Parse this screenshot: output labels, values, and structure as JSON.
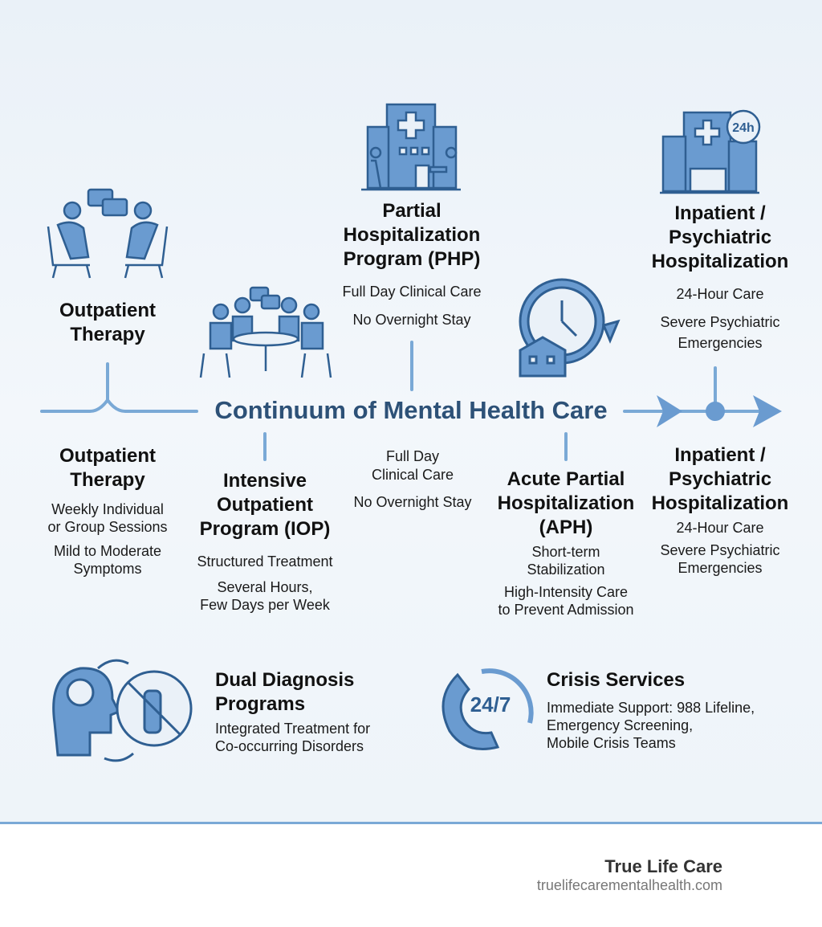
{
  "title": "Continuum of Mental Health Care",
  "colors": {
    "accent": "#6a9bd0",
    "icon_stroke": "#2f5f92",
    "title": "#2d5177",
    "rule": "#7aa9d6"
  },
  "top": {
    "outpatient": {
      "title": [
        "Outpatient",
        "Therapy"
      ],
      "icon": "therapy-session-icon"
    },
    "iop_icon": "group-therapy-table-icon",
    "php": {
      "title": [
        "Partial",
        "Hospitalization",
        "Program (PHP)"
      ],
      "details": [
        "Full Day Clinical Care",
        "No Overnight Stay"
      ],
      "icon": "hospital-building-icon"
    },
    "aph_icon": "clock-home-cycle-icon",
    "inpatient": {
      "title": [
        "Inpatient /",
        "Psychiatric",
        "Hospitalization"
      ],
      "details": [
        "24-Hour Care",
        "Severe Psychiatric",
        "Emergencies"
      ],
      "icon": "hospital-24h-icon",
      "badge": "24h"
    }
  },
  "bottom": {
    "outpatient": {
      "title": [
        "Outpatient",
        "Therapy"
      ],
      "details": [
        [
          "Weekly Individual",
          "or Group Sessions"
        ],
        [
          "Mild to Moderate",
          "Symptoms"
        ]
      ]
    },
    "iop": {
      "title": [
        "Intensive",
        "Outpatient",
        "Program (IOP)"
      ],
      "details": [
        [
          "Structured Treatment"
        ],
        [
          "Several Hours,",
          "Few Days per Week"
        ]
      ]
    },
    "php": {
      "details": [
        [
          "Full Day",
          "Clinical Care"
        ],
        [
          "No Overnight Stay"
        ]
      ]
    },
    "aph": {
      "title": [
        "Acute Partial",
        "Hospitalization",
        "(APH)"
      ],
      "details": [
        [
          "Short-term",
          "Stabilization"
        ],
        [
          "High-Intensity Care",
          "to Prevent Admission"
        ]
      ]
    },
    "inpatient": {
      "title": [
        "Inpatient /",
        "Psychiatric",
        "Hospitalization"
      ],
      "details": [
        [
          "24-Hour Care"
        ],
        [
          "Severe Psychiatric",
          "Emergencies"
        ]
      ]
    }
  },
  "extras": {
    "dual": {
      "title": [
        "Dual Diagnosis",
        "Programs"
      ],
      "details": [
        "Integrated Treatment for",
        "Co-occurring Disorders"
      ],
      "icon": "brain-no-substance-icon"
    },
    "crisis": {
      "title": "Crisis Services",
      "details": [
        "Immediate Support: 988 Lifeline,",
        "Emergency Screening,",
        "Mobile Crisis Teams"
      ],
      "icon": "phone-24-7-icon",
      "badge": "24/7"
    }
  },
  "footer": {
    "brand": "True Life Care",
    "url": "truelifecarementalhealth.com"
  }
}
